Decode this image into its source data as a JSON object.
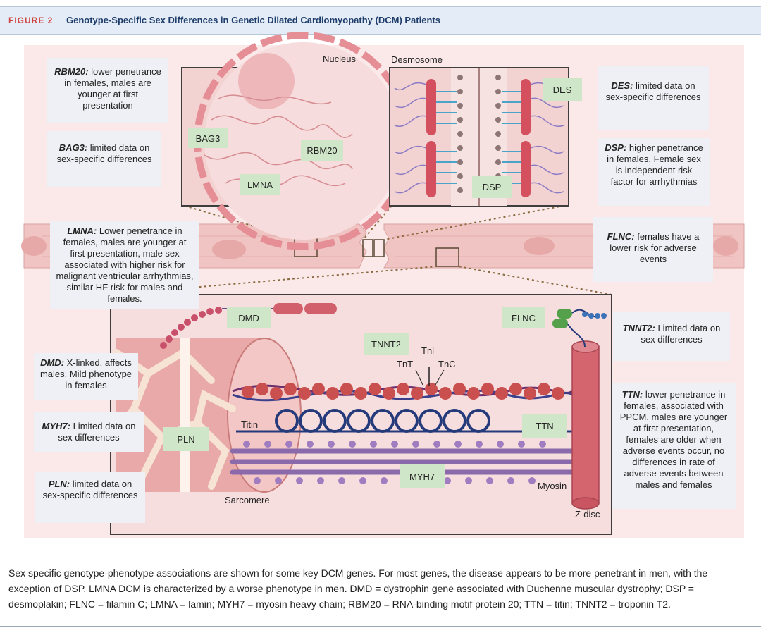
{
  "header": {
    "figure_label": "FIGURE 2",
    "title": "Genotype-Specific Sex Differences in Genetic Dilated Cardiomyopathy (DCM) Patients"
  },
  "labels": {
    "nucleus": "Nucleus",
    "desmosome": "Desmosome",
    "titin": "Titin",
    "sarcomere": "Sarcomere",
    "myosin": "Myosin",
    "z_disc": "Z-disc",
    "tnl": "Tnl",
    "tnt": "TnT",
    "tnc": "TnC"
  },
  "tags": {
    "bag3": "BAG3",
    "rbm20": "RBM20",
    "lmna": "LMNA",
    "des": "DES",
    "dsp": "DSP",
    "dmd": "DMD",
    "flnc": "FLNC",
    "tnnt2": "TNNT2",
    "pln": "PLN",
    "ttn": "TTN",
    "myh7": "MYH7"
  },
  "notes": {
    "rbm20": {
      "gene": "RBM20:",
      "text": " lower penetrance in females, males are younger at first presentation"
    },
    "bag3": {
      "gene": "BAG3:",
      "text": " limited data on sex-specific differences"
    },
    "lmna": {
      "gene": "LMNA:",
      "text": " Lower penetrance in females, males are younger at first presentation, male sex associated with higher risk for malignant ventricular arrhythmias, similar HF risk for males and females."
    },
    "des": {
      "gene": "DES:",
      "text": " limited data on sex-specific differences"
    },
    "dsp": {
      "gene": "DSP:",
      "text": " higher penetrance in females. Female sex is independent risk factor for arrhythmias"
    },
    "flnc": {
      "gene": "FLNC:",
      "text": " females have a lower risk for adverse events"
    },
    "tnnt2": {
      "gene": "TNNT2:",
      "text": " Limited data on sex differences"
    },
    "dmd": {
      "gene": "DMD:",
      "text": " X-linked, affects males. Mild phenotype in females"
    },
    "myh7": {
      "gene": "MYH7:",
      "text": " Limited data on sex differences"
    },
    "pln": {
      "gene": "PLN:",
      "text": " limited data on sex-specific differences"
    },
    "ttn": {
      "gene": "TTN:",
      "text": " lower penetrance in females, associated with PPCM, males are younger at first presentation, females are older when adverse events occur, no differences in rate of adverse events between males and females"
    }
  },
  "caption": "Sex specific genotype-phenotype associations are shown for some key DCM genes. For most genes, the disease appears to be more penetrant in men, with the exception of DSP. LMNA DCM is characterized by a worse phenotype in men. DMD = dystrophin gene associated with Duchenne muscular dystrophy; DSP = desmoplakin; FLNC = filamin C; LMNA = lamin; MYH7 = myosin heavy chain; RBM20 = RNA-binding motif protein 20; TTN = titin; TNNT2 = troponin T2.",
  "colors": {
    "header_bg": "#e4edf7",
    "figure_label": "#d0443f",
    "title": "#1f3d6b",
    "panel_bg": "#fbe9ea",
    "tag_bg": "#cfe6c8",
    "note_bg": "#eef0f5"
  }
}
